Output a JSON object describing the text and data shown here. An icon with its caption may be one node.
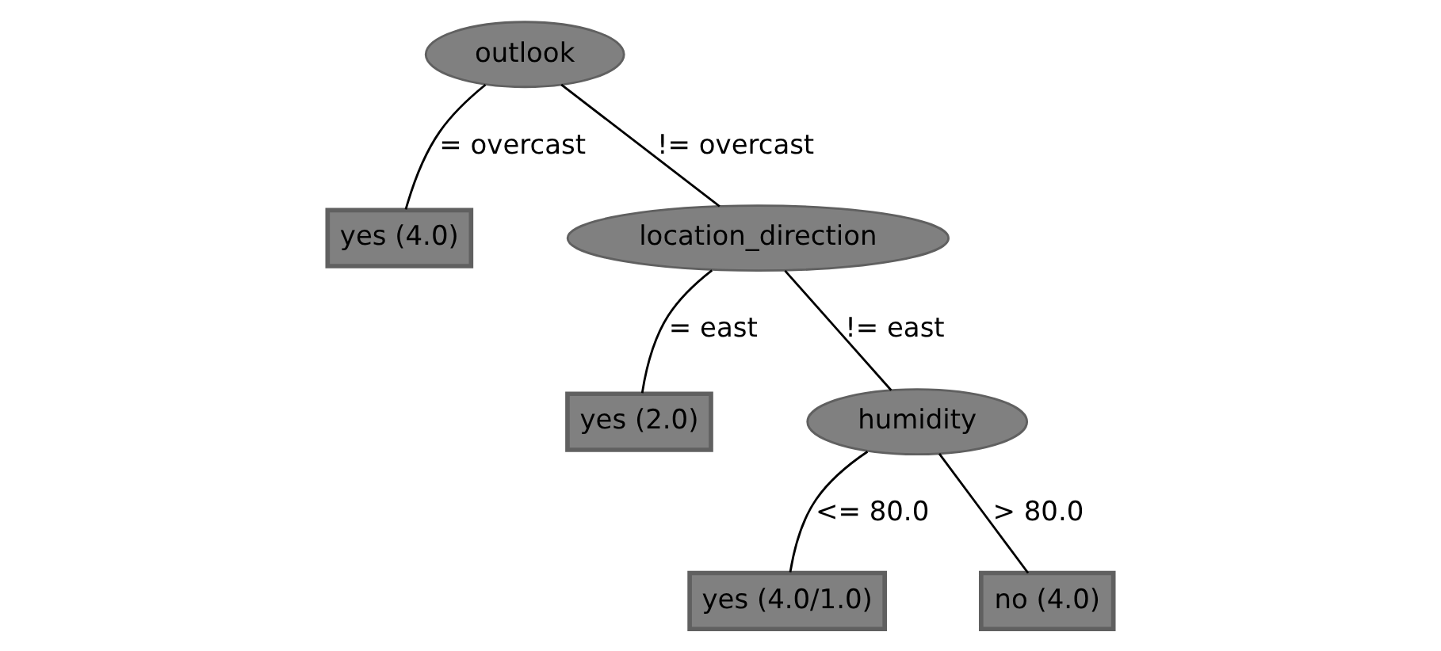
{
  "diagram": {
    "nodes": [
      {
        "text": [
          "outlook"
        ]
      },
      {
        "text": [
          "yes (4.0)"
        ]
      },
      {
        "text": [
          "location_direction"
        ]
      },
      {
        "text": [
          "yes (2.0)"
        ]
      },
      {
        "text": [
          "humidity"
        ]
      },
      {
        "text": [
          "yes (4.0/1.0)"
        ]
      },
      {
        "text": [
          "no (4.0)"
        ]
      }
    ],
    "edges": [
      {
        "from": 0,
        "to": 1,
        "arrow": "none",
        "label": "= overcast"
      },
      {
        "from": 0,
        "to": 2,
        "arrow": "none",
        "label": "!= overcast"
      },
      {
        "from": 2,
        "to": 3,
        "arrow": "none",
        "label": "= east"
      },
      {
        "from": 2,
        "to": 4,
        "arrow": "none",
        "label": "!= east"
      },
      {
        "from": 4,
        "to": 5,
        "arrow": "none",
        "label": "<= 80.0"
      },
      {
        "from": 4,
        "to": 6,
        "arrow": "none",
        "label": "> 80.0"
      }
    ]
  }
}
